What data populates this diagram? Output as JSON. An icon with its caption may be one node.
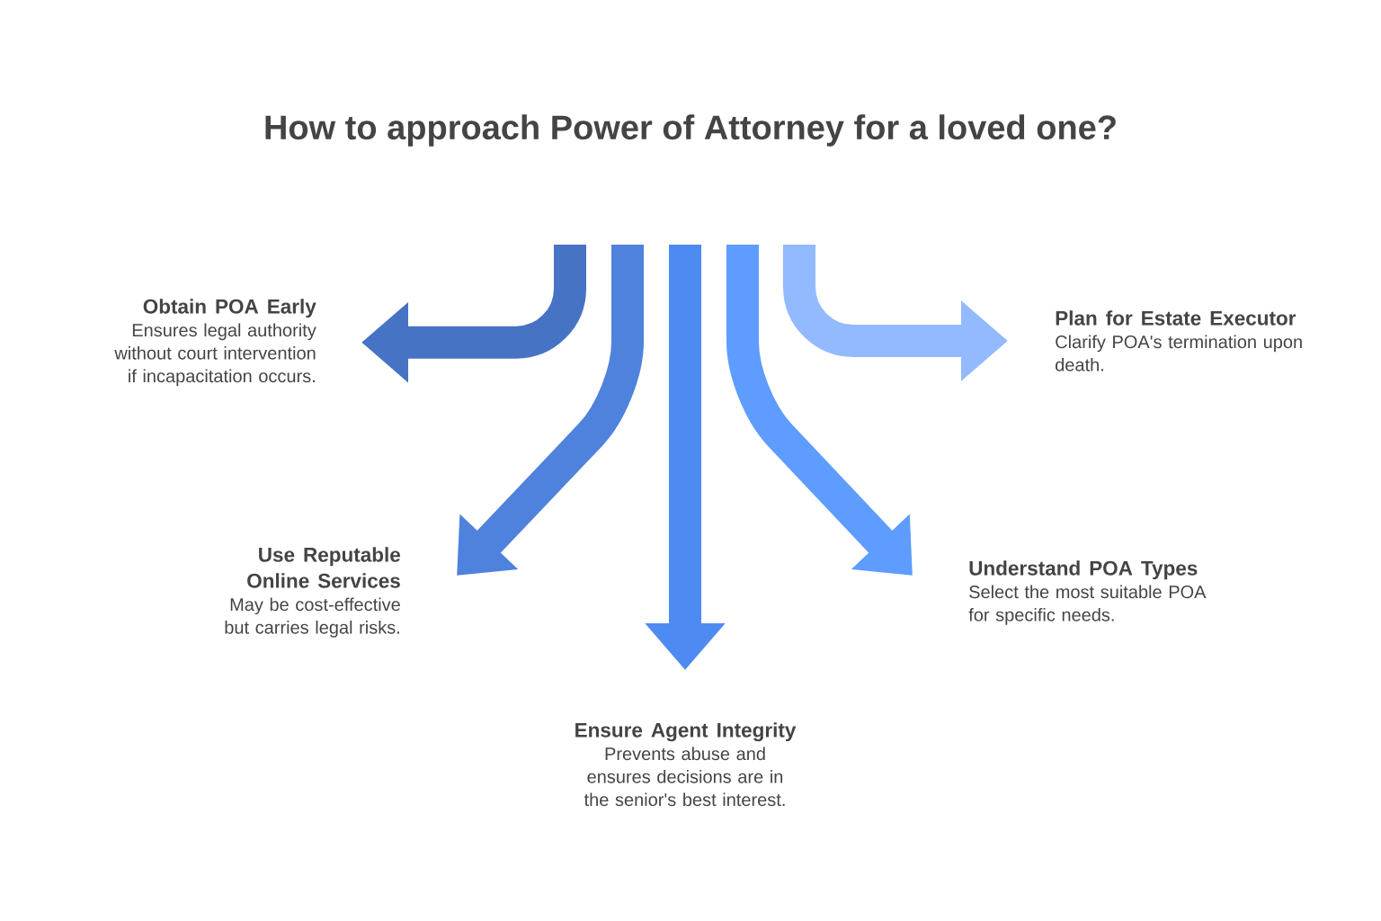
{
  "diagram": {
    "title": "How to approach Power of Attorney for a loved one?",
    "nodes": [
      {
        "text": [
          "Obtain POA Early",
          "Ensures legal authority without court intervention if incapacitation occurs."
        ]
      },
      {
        "text": [
          "Plan for Estate Executor",
          "Clarify POA's termination upon death."
        ]
      },
      {
        "text": [
          "Use Reputable Online Services",
          "May be cost-effective but carries legal risks."
        ]
      },
      {
        "text": [
          "Understand POA Types",
          "Select the most suitable POA for specific needs."
        ]
      },
      {
        "text": [
          "Ensure Agent Integrity",
          "Prevents abuse and ensures decisions are in the senior's best interest."
        ]
      }
    ],
    "edges": [
      {
        "from": null,
        "to": 0,
        "arrow": "to",
        "color": "#4673c4"
      },
      {
        "from": null,
        "to": 2,
        "arrow": "to",
        "color": "#4f82dc"
      },
      {
        "from": null,
        "to": 4,
        "arrow": "to",
        "color": "#4d8bf2"
      },
      {
        "from": null,
        "to": 3,
        "arrow": "to",
        "color": "#5e9cff"
      },
      {
        "from": null,
        "to": 1,
        "arrow": "to",
        "color": "#93baff"
      }
    ]
  }
}
